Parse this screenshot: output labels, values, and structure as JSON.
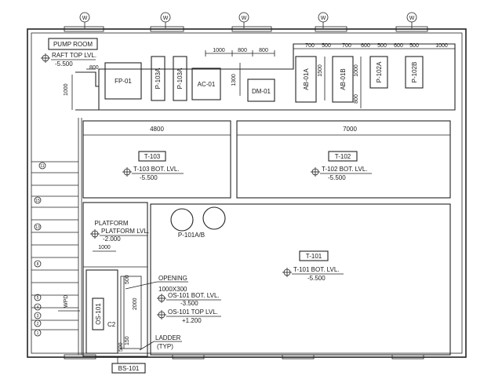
{
  "grid_markers": [
    "W",
    "W",
    "W",
    "W",
    "W"
  ],
  "room": {
    "title": "PUMP ROOM",
    "raft_label": "RAFT TOP LVL.",
    "raft_value": "-5.500"
  },
  "equipment": {
    "fp01": "FP-01",
    "p103a_1": "P-103A",
    "p103a_2": "P-103A",
    "ac01": "AC-01",
    "dm01": "DM-01",
    "ab01a": "AB-01A",
    "ab01b": "AB-01B",
    "p102a": "P-102A",
    "p102b": "P-102B",
    "p101ab": "P-101A/B",
    "os101": "OS-101",
    "c2": "C2",
    "bs101": "BS-101"
  },
  "dimensions": {
    "d800_left": "800",
    "d1000_left": "1000",
    "d1000_top": "1000",
    "d800_top1": "800",
    "d800_top2": "800",
    "d1300": "1300",
    "d700_1": "700",
    "d500_1": "500",
    "d700_2": "700",
    "d600_1": "600",
    "d500_2": "500",
    "d600_2": "600",
    "d500_3": "500",
    "d1000_right": "1000",
    "d1500": "1500",
    "d1000_vert": "1000",
    "d800_vert": "800",
    "d4800": "4800",
    "d7000": "7000",
    "d1000_plat": "1000",
    "d500_os": "500",
    "d2000": "2000",
    "d150": "150",
    "d500_low": "500"
  },
  "tanks": {
    "t103": {
      "tag": "T-103",
      "label": "T-103 BOT. LVL.",
      "value": "-5.500"
    },
    "t102": {
      "tag": "T-102",
      "label": "T-102 BOT. LVL.",
      "value": "-5.500"
    },
    "t101": {
      "tag": "T-101",
      "label": "T-101 BOT. LVL.",
      "value": "-5.500"
    }
  },
  "platform": {
    "title": "PLATFORM",
    "label": "PLATFORM LVL.",
    "value": "-2.000"
  },
  "callouts": {
    "opening": "OPENING",
    "opening_size": "1000X300",
    "os_bot_label": "OS-101 BOT. LVL.",
    "os_bot_value": "-3.500",
    "os_top_label": "OS-101 TOP LVL.",
    "os_top_value": "+1.200",
    "ladder": "LADDER",
    "typ": "(TYP)",
    "wpd": "WPD"
  },
  "stair_markers": [
    "11",
    "15",
    "13",
    "8",
    "5",
    "4",
    "3",
    "2",
    "1"
  ]
}
